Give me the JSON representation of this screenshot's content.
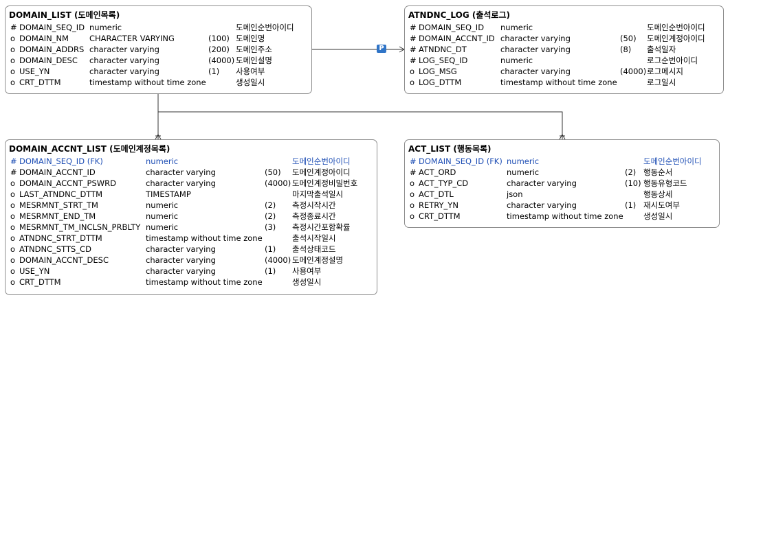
{
  "entities": {
    "domain_list": {
      "name": "DOMAIN_LIST",
      "logical": "(도메인목록)",
      "columns": [
        {
          "key": "#",
          "name": "DOMAIN_SEQ_ID",
          "type": "numeric",
          "len": "",
          "comment": "도메인순번아이디"
        },
        {
          "key": "o",
          "name": "DOMAIN_NM",
          "type": "CHARACTER VARYING",
          "len": "(100)",
          "comment": "도메인명"
        },
        {
          "key": "o",
          "name": "DOMAIN_ADDRS",
          "type": "character varying",
          "len": "(200)",
          "comment": "도메인주소"
        },
        {
          "key": "o",
          "name": "DOMAIN_DESC",
          "type": "character varying",
          "len": "(4000)",
          "comment": "도메인설명"
        },
        {
          "key": "o",
          "name": "USE_YN",
          "type": "character varying",
          "len": "(1)",
          "comment": "사용여부"
        },
        {
          "key": "o",
          "name": "CRT_DTTM",
          "type": "timestamp without time zone",
          "len": "",
          "comment": "생성일시"
        }
      ]
    },
    "atndnc_log": {
      "name": "ATNDNC_LOG",
      "logical": "(출석로그)",
      "columns": [
        {
          "key": "#",
          "name": "DOMAIN_SEQ_ID",
          "type": "numeric",
          "len": "",
          "comment": "도메인순번아이디"
        },
        {
          "key": "#",
          "name": "DOMAIN_ACCNT_ID",
          "type": "character varying",
          "len": "(50)",
          "comment": "도메인계정아이디"
        },
        {
          "key": "#",
          "name": "ATNDNC_DT",
          "type": "character varying",
          "len": "(8)",
          "comment": "출석일자"
        },
        {
          "key": "#",
          "name": "LOG_SEQ_ID",
          "type": "numeric",
          "len": "",
          "comment": "로그순번아이디"
        },
        {
          "key": "o",
          "name": "LOG_MSG",
          "type": "character varying",
          "len": "(4000)",
          "comment": "로그메시지"
        },
        {
          "key": "o",
          "name": "LOG_DTTM",
          "type": "timestamp without time zone",
          "len": "",
          "comment": "로그일시"
        }
      ]
    },
    "domain_accnt_list": {
      "name": "DOMAIN_ACCNT_LIST",
      "logical": "(도메인계정목록)",
      "columns": [
        {
          "key": "#",
          "name": "DOMAIN_SEQ_ID (FK)",
          "type": "numeric",
          "len": "",
          "comment": "도메인순번아이디",
          "fk": true
        },
        {
          "key": "#",
          "name": "DOMAIN_ACCNT_ID",
          "type": "character varying",
          "len": "(50)",
          "comment": "도메인계정아이디"
        },
        {
          "key": "o",
          "name": "DOMAIN_ACCNT_PSWRD",
          "type": "character varying",
          "len": "(4000)",
          "comment": "도메인계정비밀번호"
        },
        {
          "key": "o",
          "name": "LAST_ATNDNC_DTTM",
          "type": "TIMESTAMP",
          "len": "",
          "comment": "마지막출석일시"
        },
        {
          "key": "o",
          "name": "MESRMNT_STRT_TM",
          "type": "numeric",
          "len": "(2)",
          "comment": "측정시작시간"
        },
        {
          "key": "o",
          "name": "MESRMNT_END_TM",
          "type": "numeric",
          "len": "(2)",
          "comment": "측정종료시간"
        },
        {
          "key": "o",
          "name": "MESRMNT_TM_INCLSN_PRBLTY",
          "type": "numeric",
          "len": "(3)",
          "comment": "측정시간포함확률"
        },
        {
          "key": "o",
          "name": "ATNDNC_STRT_DTTM",
          "type": "timestamp without time zone",
          "len": "",
          "comment": "출석시작일시"
        },
        {
          "key": "o",
          "name": "ATNDNC_STTS_CD",
          "type": "character varying",
          "len": "(1)",
          "comment": "출석상태코드"
        },
        {
          "key": "o",
          "name": "DOMAIN_ACCNT_DESC",
          "type": "character varying",
          "len": "(4000)",
          "comment": "도메인계정설명"
        },
        {
          "key": "o",
          "name": "USE_YN",
          "type": "character varying",
          "len": "(1)",
          "comment": "사용여부"
        },
        {
          "key": "o",
          "name": "CRT_DTTM",
          "type": "timestamp without time zone",
          "len": "",
          "comment": "생성일시"
        }
      ]
    },
    "act_list": {
      "name": "ACT_LIST",
      "logical": "(행동목록)",
      "columns": [
        {
          "key": "#",
          "name": "DOMAIN_SEQ_ID (FK)",
          "type": "numeric",
          "len": "",
          "comment": "도메인순번아이디",
          "fk": true
        },
        {
          "key": "#",
          "name": "ACT_ORD",
          "type": "numeric",
          "len": "(2)",
          "comment": "행동순서"
        },
        {
          "key": "o",
          "name": "ACT_TYP_CD",
          "type": "character varying",
          "len": "(10)",
          "comment": "행동유형코드"
        },
        {
          "key": "o",
          "name": "ACT_DTL",
          "type": "json",
          "len": "",
          "comment": "행동상세"
        },
        {
          "key": "o",
          "name": "RETRY_YN",
          "type": "character varying",
          "len": "(1)",
          "comment": "재시도여부"
        },
        {
          "key": "o",
          "name": "CRT_DTTM",
          "type": "timestamp without time zone",
          "len": "",
          "comment": "생성일시"
        }
      ]
    }
  },
  "relation_badge": "P",
  "colors": {
    "border": "#8c8c8c",
    "fk_text": "#1f4fb5",
    "badge": "#2f74c7",
    "line": "#333333"
  }
}
